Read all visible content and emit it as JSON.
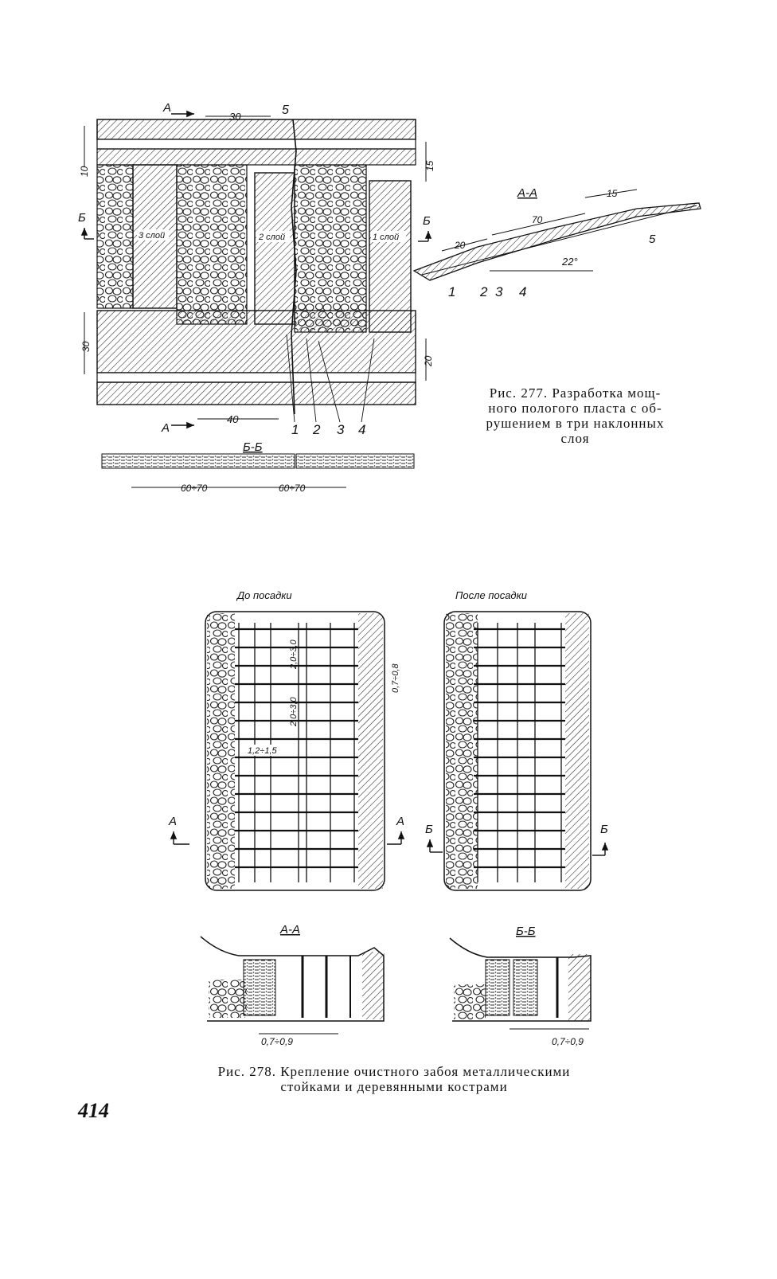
{
  "figure277": {
    "caption_lines": [
      "Рис. 277. Разработка мощ-",
      "ного пологого пласта с об-",
      "рушением в три наклонных",
      "слоя"
    ],
    "plan_labels": {
      "section_a": "А",
      "section_b": "Б",
      "layer3": "3 слой",
      "layer2": "2 слой",
      "layer1": "1 слой",
      "dim_30_top": "30",
      "dim_10": "10",
      "dim_15": "15",
      "dim_30_left": "30",
      "dim_20_right": "20",
      "dim_40": "40",
      "mark_5": "5",
      "mark_1": "1",
      "mark_2": "2",
      "mark_3": "3",
      "mark_4": "4"
    },
    "section_aa": {
      "title": "А-А",
      "dim_15": "15",
      "dim_70": "70",
      "dim_20": "20",
      "angle": "22°",
      "mark_1": "1",
      "mark_2": "2",
      "mark_3": "3",
      "mark_4": "4",
      "mark_5": "5"
    },
    "section_bb": {
      "title": "Б-Б",
      "dim_left": "60÷70",
      "dim_right": "60÷70"
    }
  },
  "figure278": {
    "caption_lines": [
      "Рис. 278. Крепление очистного забоя металлическими",
      "стойками и деревянными кострами"
    ],
    "before_title": "До посадки",
    "after_title": "После посадки",
    "dims": {
      "d1": "2,0÷3,0",
      "d2": "0,7÷0,8",
      "d3": "2,0÷3,0",
      "d4": "1,2÷1,5"
    },
    "section_a": "А",
    "section_b": "Б",
    "section_aa": {
      "title": "А-А",
      "dim": "0,7÷0,9"
    },
    "section_bb": {
      "title": "Б-Б",
      "dim": "0,7÷0,9"
    }
  },
  "page_number": "414"
}
